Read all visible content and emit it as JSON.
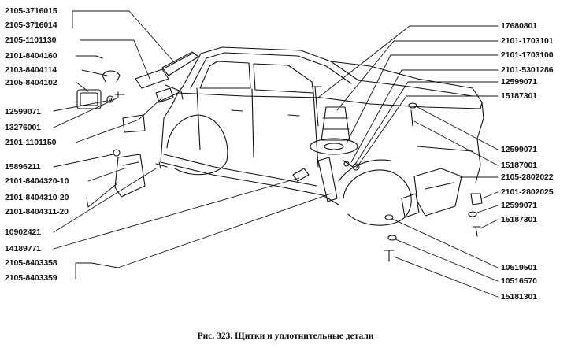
{
  "figure": {
    "caption": "Рис. 323. Щитки и уплотнительные детали"
  },
  "left_labels": [
    "2105-3716015",
    "2105-3716014",
    "2105-1101130",
    "2101-8404160",
    "2103-8404114",
    "2105-8404102",
    "12599071",
    "13276001",
    "2101-1101150",
    "15896211",
    "2101-8404320-10",
    "2101-8404310-20",
    "2101-8404311-20",
    "10902421",
    "14189771",
    "2105-8403358",
    "2105-8403359"
  ],
  "right_labels": [
    "17680801",
    "2101-1703101",
    "2101-1703100",
    "2101-5301286",
    "12599071",
    "15187301",
    "12599071",
    "15187001",
    "2105-2802022",
    "2101-2802025",
    "12599071",
    "15187301",
    "10519501",
    "10516570",
    "15181301"
  ]
}
